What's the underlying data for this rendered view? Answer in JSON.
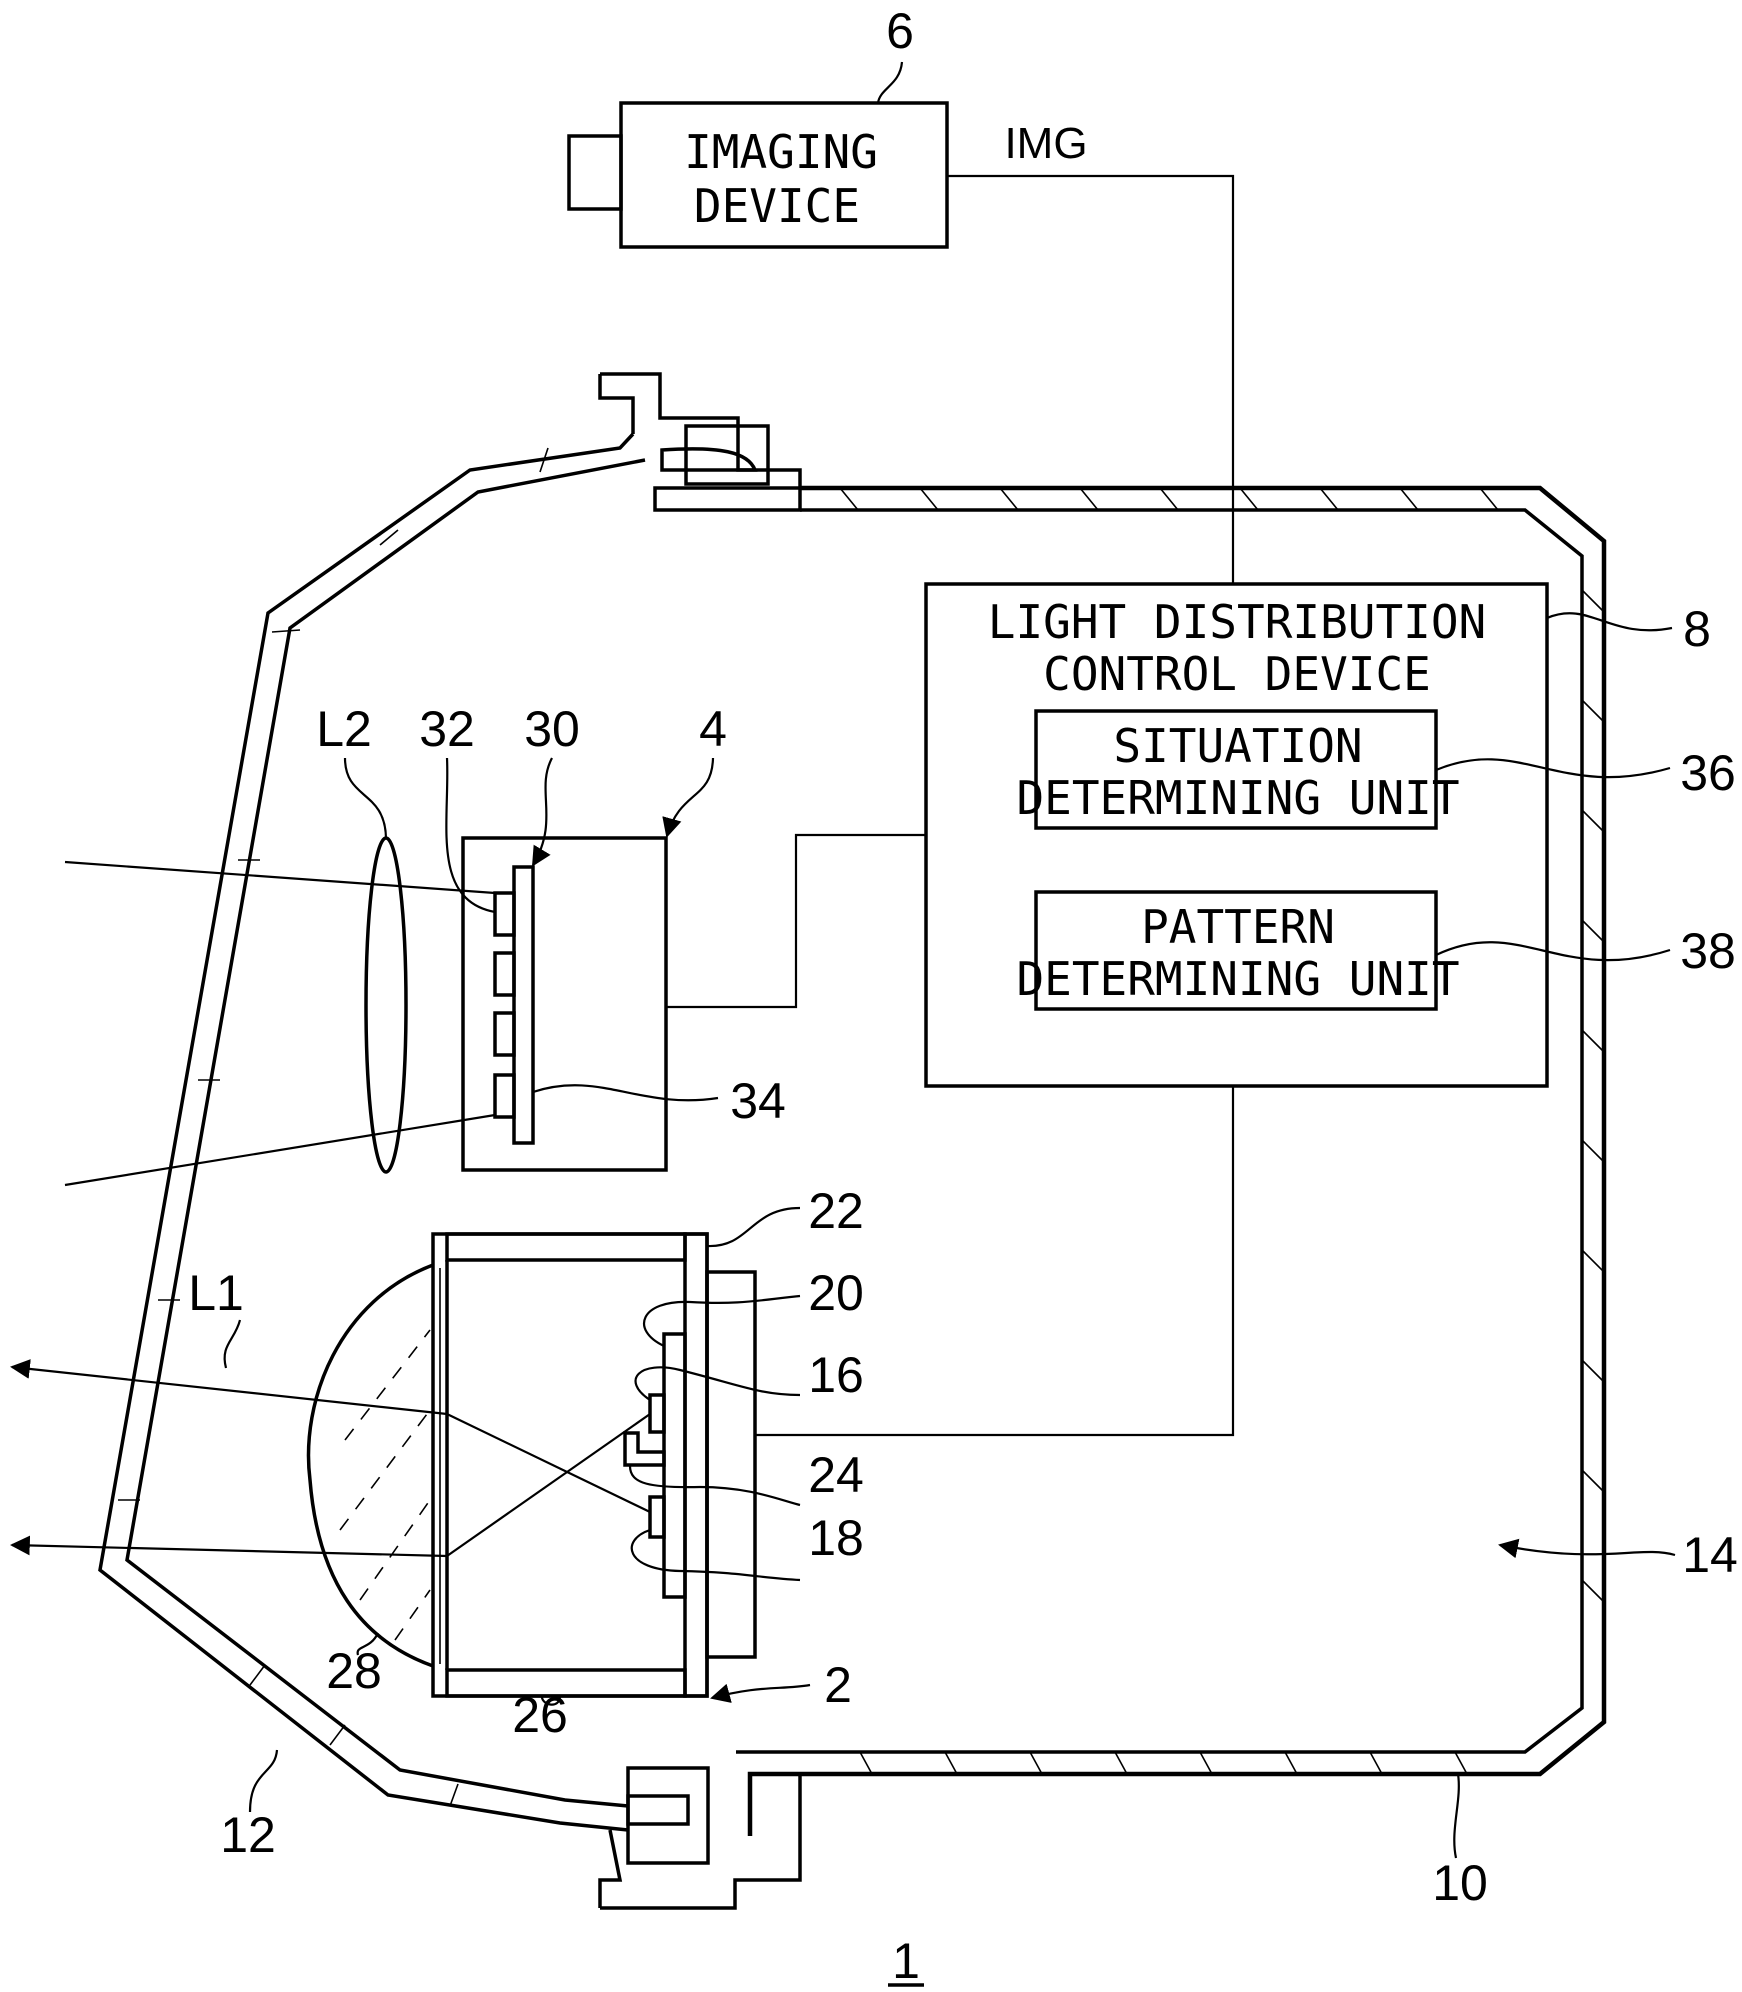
{
  "figure": {
    "number": "1",
    "imaging_device": {
      "ref": "6",
      "line1": "IMAGING",
      "line2": "DEVICE",
      "signal": "IMG"
    },
    "light_distribution_control_device": {
      "ref": "8",
      "line1": "LIGHT DISTRIBUTION",
      "line2": "CONTROL DEVICE"
    },
    "situation_determining_unit": {
      "ref": "36",
      "line1": "SITUATION",
      "line2": "DETERMINING UNIT"
    },
    "pattern_determining_unit": {
      "ref": "38",
      "line1": "PATTERN",
      "line2": "DETERMINING UNIT"
    },
    "reference_numerals": {
      "lamp_unit": "2",
      "variable_unit": "4",
      "lamp_body": "10",
      "cover": "12",
      "lamp_chamber": "14",
      "light_source_16": "16",
      "light_source_18": "18",
      "substrate_20": "20",
      "housing_22": "22",
      "element_24": "24",
      "holder_26": "26",
      "projection_lens": "28",
      "element_30": "30",
      "element_32": "32",
      "element_34": "34",
      "L1": "L1",
      "L2": "L2"
    }
  }
}
